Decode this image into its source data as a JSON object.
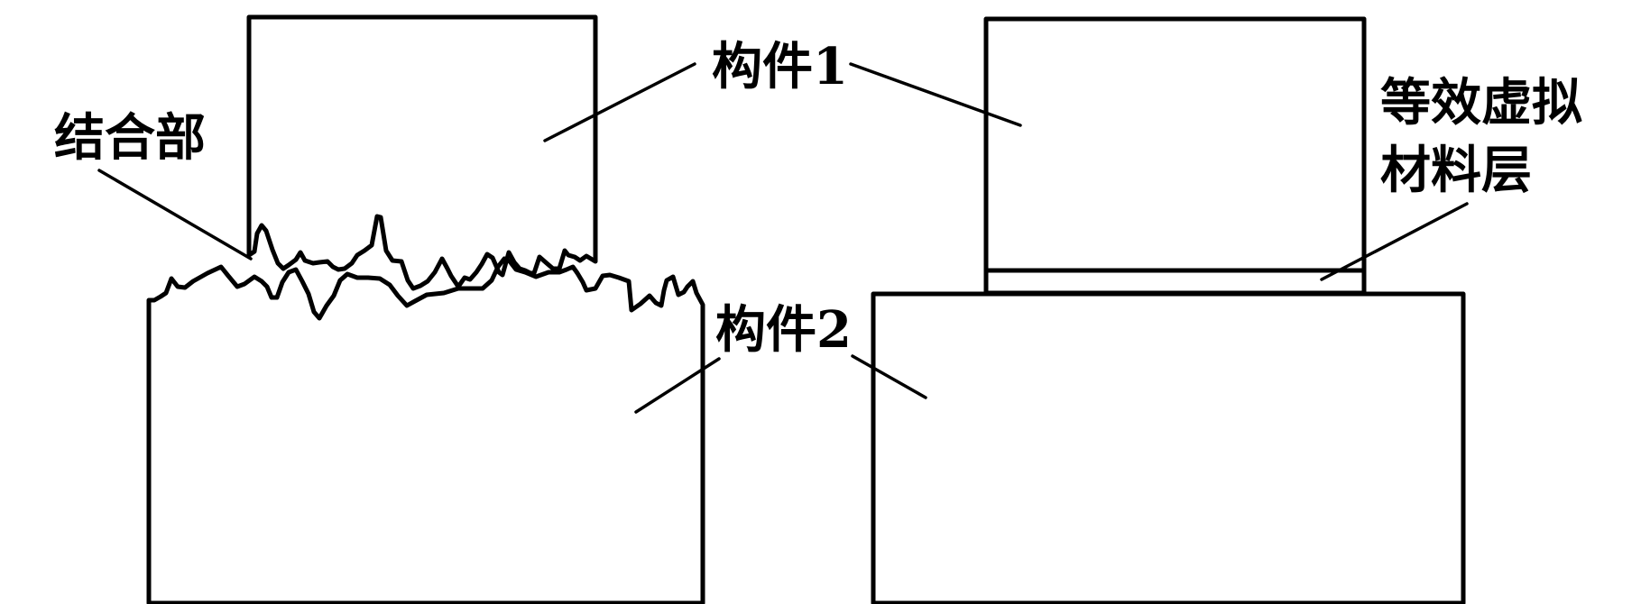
{
  "labels": {
    "member1_left": "构件1",
    "member2_left": "构件2",
    "joint": "结合部",
    "virtual_layer_line1": "等效虚拟",
    "virtual_layer_line2": "材料层"
  },
  "colors": {
    "stroke": "#000000",
    "background": "#ffffff"
  }
}
